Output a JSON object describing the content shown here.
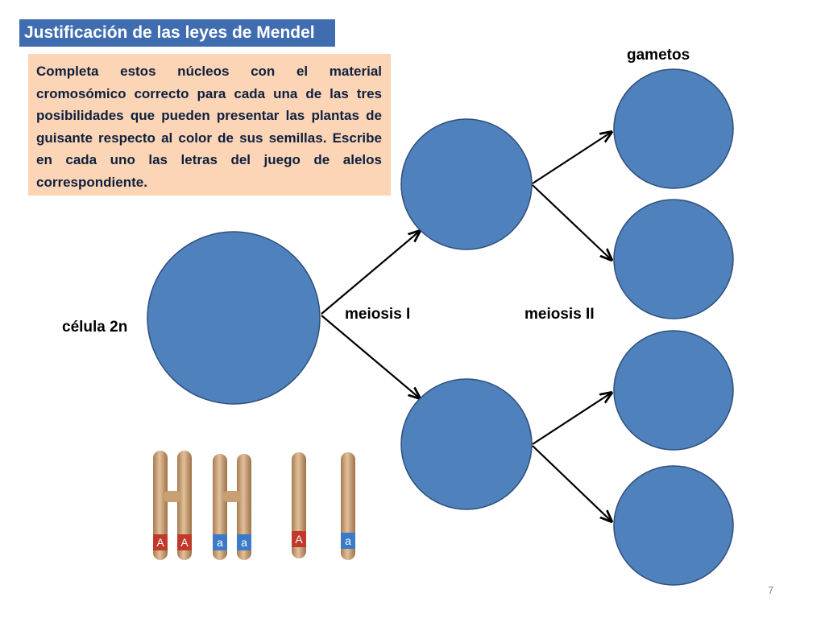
{
  "slide": {
    "title": "Justificación de las leyes de Mendel",
    "instructions": "Completa estos núcleos con el material cromosómico correcto para cada una de las tres posibilidades que pueden presentar las plantas de guisante respecto al color de sus semillas. Escribe en cada uno las letras del juego de alelos correspondiente.",
    "page_number": "7"
  },
  "diagram": {
    "labels": {
      "gametes": "gametos",
      "cell": "célula 2n",
      "meiosis1": "meiosis I",
      "meiosis2": "meiosis II"
    },
    "colors": {
      "nucleus_fill": "#4f81bd",
      "nucleus_stroke": "#2f4f7a",
      "allele_A": "#c0392b",
      "allele_a": "#3a7ac8",
      "chromosome": "#c9a074"
    },
    "chromosome_labels": [
      "A",
      "A",
      "a",
      "a",
      "A",
      "a"
    ]
  }
}
